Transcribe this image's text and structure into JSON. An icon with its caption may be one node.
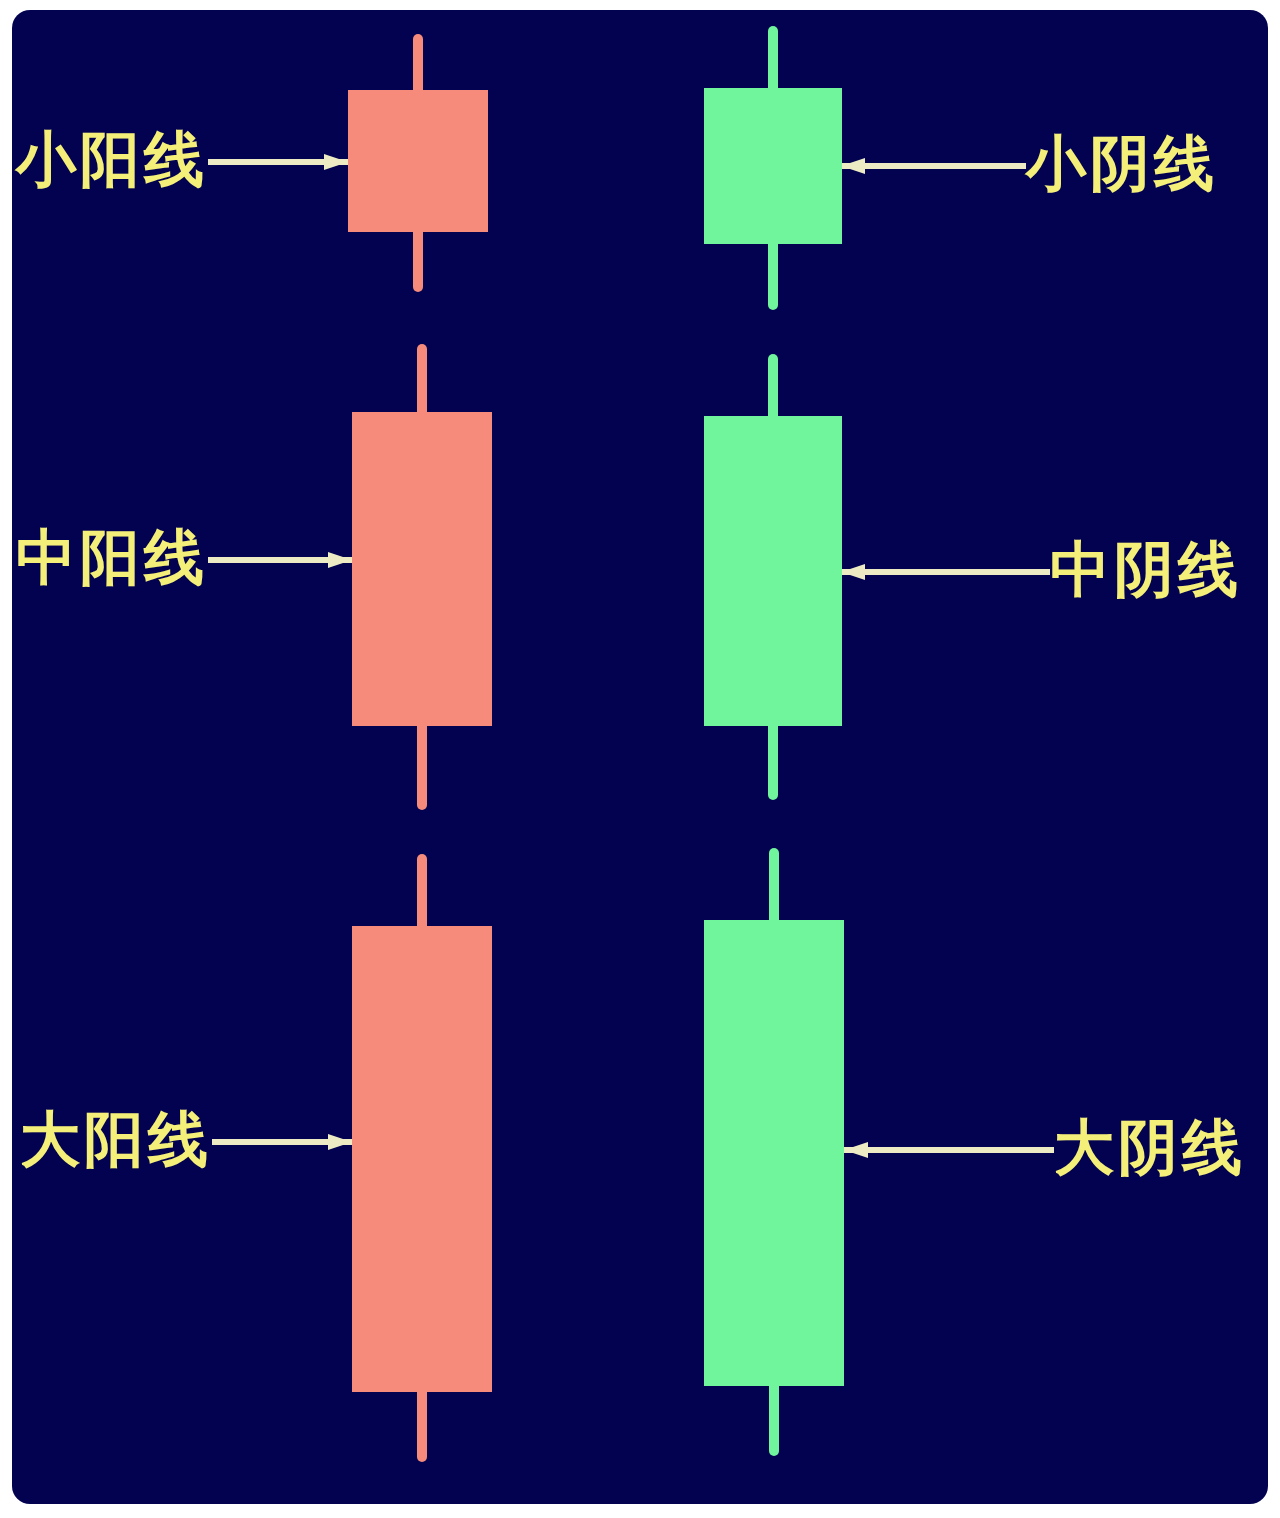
{
  "diagram": {
    "nodes": [
      {
        "text": [
          "小阳线"
        ]
      },
      {
        "text": [],
        "shape": "candlestick"
      },
      {
        "text": [],
        "shape": "candlestick"
      },
      {
        "text": [
          "小阴线"
        ]
      },
      {
        "text": [
          "中阳线"
        ]
      },
      {
        "text": [],
        "shape": "candlestick"
      },
      {
        "text": [],
        "shape": "candlestick"
      },
      {
        "text": [
          "中阴线"
        ]
      },
      {
        "text": [
          "大阳线"
        ]
      },
      {
        "text": [],
        "shape": "candlestick"
      },
      {
        "text": [],
        "shape": "candlestick"
      },
      {
        "text": [
          "大阴线"
        ]
      }
    ],
    "edges": [
      {
        "from": 0,
        "to": 1,
        "arrow": "to"
      },
      {
        "from": 3,
        "to": 2,
        "arrow": "to"
      },
      {
        "from": 4,
        "to": 5,
        "arrow": "to"
      },
      {
        "from": 7,
        "to": 6,
        "arrow": "to"
      },
      {
        "from": 8,
        "to": 9,
        "arrow": "to"
      },
      {
        "from": 11,
        "to": 10,
        "arrow": "to"
      }
    ]
  }
}
